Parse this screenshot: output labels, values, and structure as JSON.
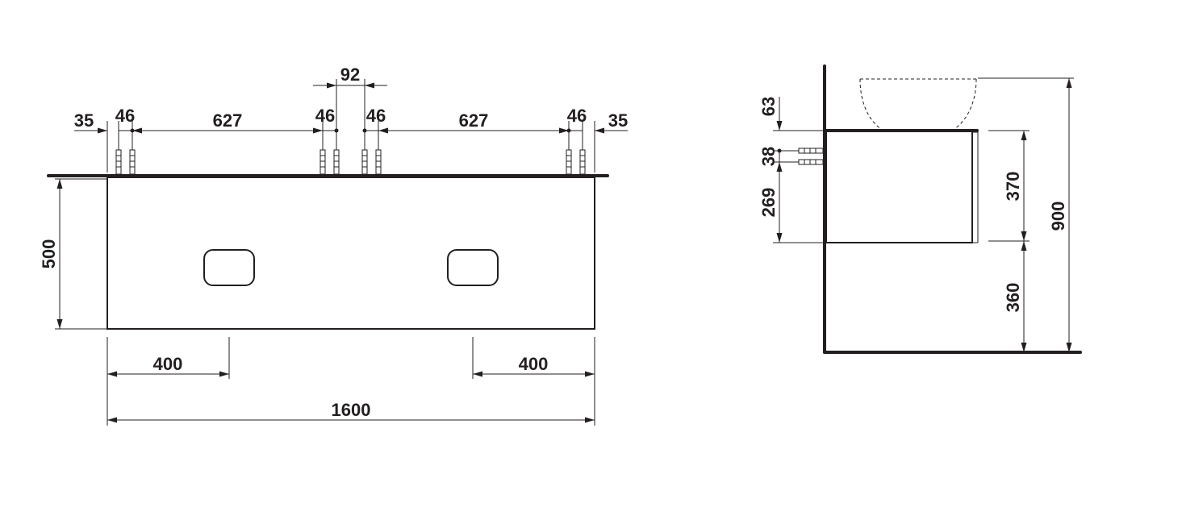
{
  "front_view": {
    "top_dims": {
      "left_35": "35",
      "left_46": "46",
      "left_627": "627",
      "center_left_46": "46",
      "center_92": "92",
      "center_right_46": "46",
      "right_627": "627",
      "right_46": "46",
      "right_35": "35"
    },
    "height": "500",
    "left_400": "400",
    "right_400": "400",
    "width": "1600"
  },
  "side_view": {
    "dim_63": "63",
    "dim_38": "38",
    "dim_269": "269",
    "dim_370": "370",
    "dim_360": "360",
    "dim_900": "900"
  }
}
